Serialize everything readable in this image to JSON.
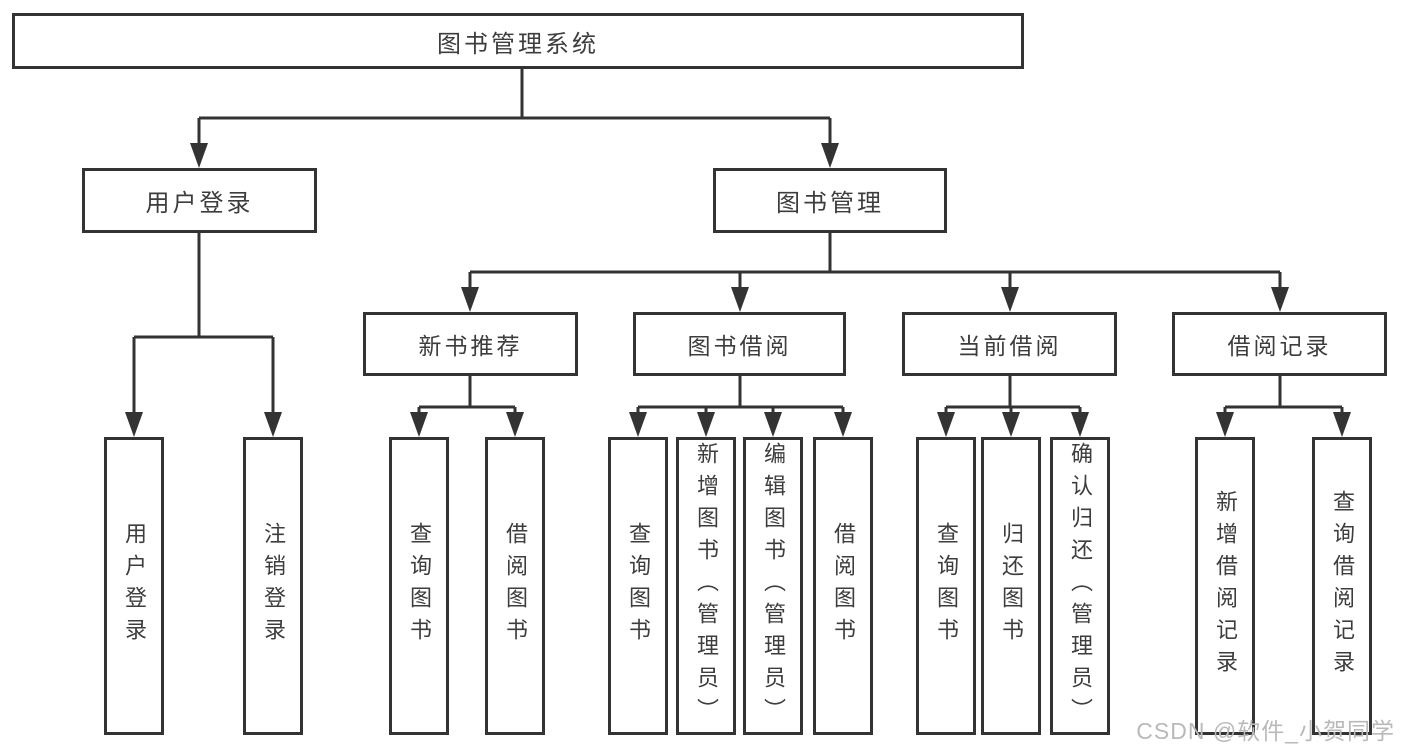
{
  "diagram": {
    "title": "图书管理系统",
    "root": {
      "label": "图书管理系统"
    },
    "level2": [
      {
        "label": "用户登录"
      },
      {
        "label": "图书管理"
      }
    ],
    "level3": [
      {
        "label": "新书推荐"
      },
      {
        "label": "图书借阅"
      },
      {
        "label": "当前借阅"
      },
      {
        "label": "借阅记录"
      }
    ],
    "leaves": [
      {
        "label": "用户登录",
        "parent": "用户登录"
      },
      {
        "label": "注销登录",
        "parent": "用户登录"
      },
      {
        "label": "查询图书",
        "parent": "新书推荐"
      },
      {
        "label": "借阅图书",
        "parent": "新书推荐"
      },
      {
        "label": "查询图书",
        "parent": "图书借阅"
      },
      {
        "label": "新增图书（管理员）",
        "parent": "图书借阅"
      },
      {
        "label": "编辑图书（管理员）",
        "parent": "图书借阅"
      },
      {
        "label": "借阅图书",
        "parent": "图书借阅"
      },
      {
        "label": "查询图书",
        "parent": "当前借阅"
      },
      {
        "label": "归还图书",
        "parent": "当前借阅"
      },
      {
        "label": "确认归还（管理员）",
        "parent": "当前借阅"
      },
      {
        "label": "新增借阅记录",
        "parent": "借阅记录"
      },
      {
        "label": "查询借阅记录",
        "parent": "借阅记录"
      }
    ]
  },
  "watermark": {
    "text": "CSDN @软件_小贺同学"
  },
  "colors": {
    "line": "#333333",
    "text": "#3d3d3d",
    "watermark": "#b9b9b9",
    "background": "#ffffff"
  }
}
